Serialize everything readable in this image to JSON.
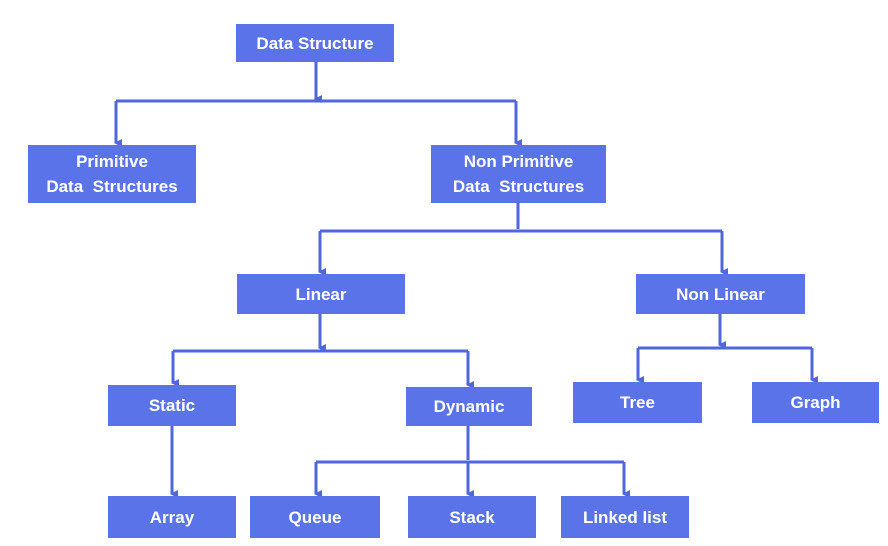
{
  "colors": {
    "box": "#5b73e8",
    "connector": "#4f66dd",
    "text": "#ffffff"
  },
  "nodes": {
    "data_structure": {
      "label": "Data Structure"
    },
    "primitive": {
      "line1": "Primitive",
      "line2": "Data  Structures"
    },
    "non_primitive": {
      "line1": "Non Primitive",
      "line2": "Data  Structures"
    },
    "linear": {
      "label": "Linear"
    },
    "non_linear": {
      "label": "Non Linear"
    },
    "static": {
      "label": "Static"
    },
    "dynamic": {
      "label": "Dynamic"
    },
    "tree": {
      "label": "Tree"
    },
    "graph": {
      "label": "Graph"
    },
    "array": {
      "label": "Array"
    },
    "queue": {
      "label": "Queue"
    },
    "stack": {
      "label": "Stack"
    },
    "linked_list": {
      "label": "Linked list"
    }
  }
}
